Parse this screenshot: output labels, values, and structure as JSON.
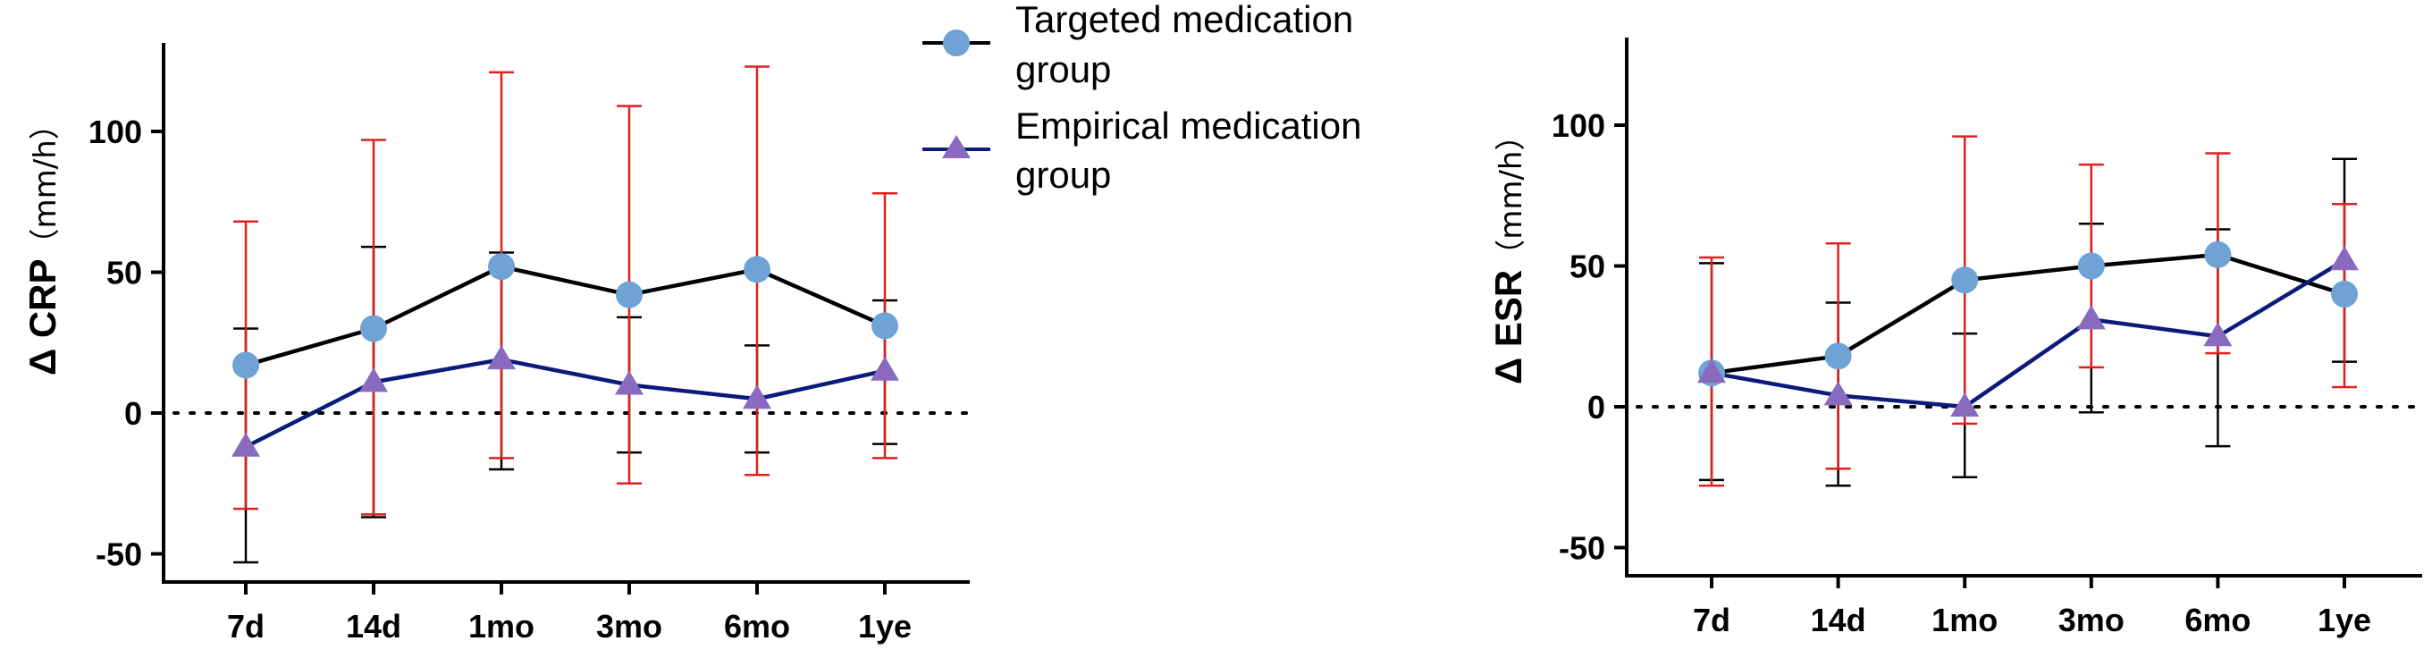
{
  "legend": {
    "items": [
      {
        "line1": "Targeted medication",
        "line2": "group",
        "marker": "circle",
        "line_color": "#000000",
        "marker_color": "#6fa3d6"
      },
      {
        "line1": "Empirical medication",
        "line2": "group",
        "marker": "triangle",
        "line_color": "#0c1a7a",
        "marker_color": "#8a6abf"
      }
    ]
  },
  "colors": {
    "targeted_line": "#000000",
    "targeted_marker": "#6fa3d6",
    "targeted_error": "#000000",
    "empirical_line": "#0c1a7a",
    "empirical_marker": "#8a6abf",
    "empirical_error": "#e02020"
  },
  "chart_data": [
    {
      "type": "line",
      "ylabel_main": "Δ CRP",
      "ylabel_unit": "（mm/h）",
      "categories": [
        "7d",
        "14d",
        "1mo",
        "3mo",
        "6mo",
        "1ye"
      ],
      "ylim": [
        -60,
        130
      ],
      "yticks": [
        -50,
        0,
        50,
        100
      ],
      "yticks_labels": [
        "-50",
        "0",
        "50",
        "100"
      ],
      "reference_line": 0,
      "series": [
        {
          "name": "Targeted medication group",
          "values": [
            17,
            30,
            52,
            42,
            51,
            31
          ],
          "err_low": [
            -53,
            -37,
            -20,
            -14,
            -14,
            -11
          ],
          "err_high": [
            30,
            59,
            57,
            34,
            24,
            40
          ]
        },
        {
          "name": "Empirical medication group",
          "values": [
            -12,
            11,
            19,
            10,
            5,
            15
          ],
          "err_low": [
            -34,
            -36,
            -16,
            -25,
            -22,
            -16
          ],
          "err_high": [
            68,
            97,
            121,
            109,
            123,
            78
          ]
        }
      ]
    },
    {
      "type": "line",
      "ylabel_main": "Δ ESR",
      "ylabel_unit": "（mm/h）",
      "categories": [
        "7d",
        "14d",
        "1mo",
        "3mo",
        "6mo",
        "1ye"
      ],
      "ylim": [
        -60,
        130
      ],
      "yticks": [
        -50,
        0,
        50,
        100
      ],
      "yticks_labels": [
        "-50",
        "0",
        "50",
        "100"
      ],
      "reference_line": 0,
      "series": [
        {
          "name": "Targeted medication group",
          "values": [
            12,
            18,
            45,
            50,
            54,
            40
          ],
          "err_low": [
            -26,
            -28,
            -25,
            -2,
            -14,
            16
          ],
          "err_high": [
            51,
            37,
            26,
            65,
            63,
            88
          ]
        },
        {
          "name": "Empirical medication group",
          "values": [
            12,
            4,
            0,
            31,
            25,
            52
          ],
          "err_low": [
            -28,
            -22,
            -6,
            14,
            19,
            7
          ],
          "err_high": [
            53,
            58,
            96,
            86,
            90,
            72
          ]
        }
      ]
    }
  ]
}
